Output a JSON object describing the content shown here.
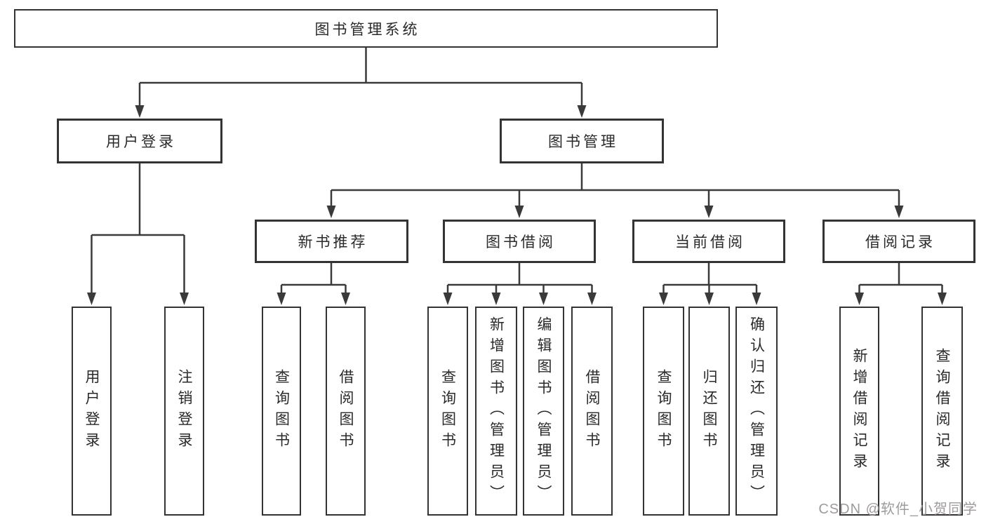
{
  "diagram": {
    "type": "hierarchy-tree",
    "nodes": {
      "root": "图书管理系统",
      "branches": [
        {
          "label": "用户登录",
          "children": [
            "用户登录",
            "注销登录"
          ]
        },
        {
          "label": "图书管理",
          "children": [
            {
              "label": "新书推荐",
              "children": [
                "查询图书",
                "借阅图书"
              ]
            },
            {
              "label": "图书借阅",
              "children": [
                "查询图书",
                "新增图书（管理员）",
                "编辑图书（管理员）",
                "借阅图书"
              ]
            },
            {
              "label": "当前借阅",
              "children": [
                "查询图书",
                "归还图书",
                "确认归还（管理员）"
              ]
            },
            {
              "label": "借阅记录",
              "children": [
                "新增借阅记录",
                "查询借阅记录"
              ]
            }
          ]
        }
      ]
    },
    "colors": {
      "line": "#3a3a3a",
      "box_border": "#333333",
      "text": "#2a2a2a",
      "background": "#ffffff",
      "watermark": "#9f9b9b"
    }
  },
  "watermark": {
    "text": "CSDN @软件_小贺同学"
  }
}
